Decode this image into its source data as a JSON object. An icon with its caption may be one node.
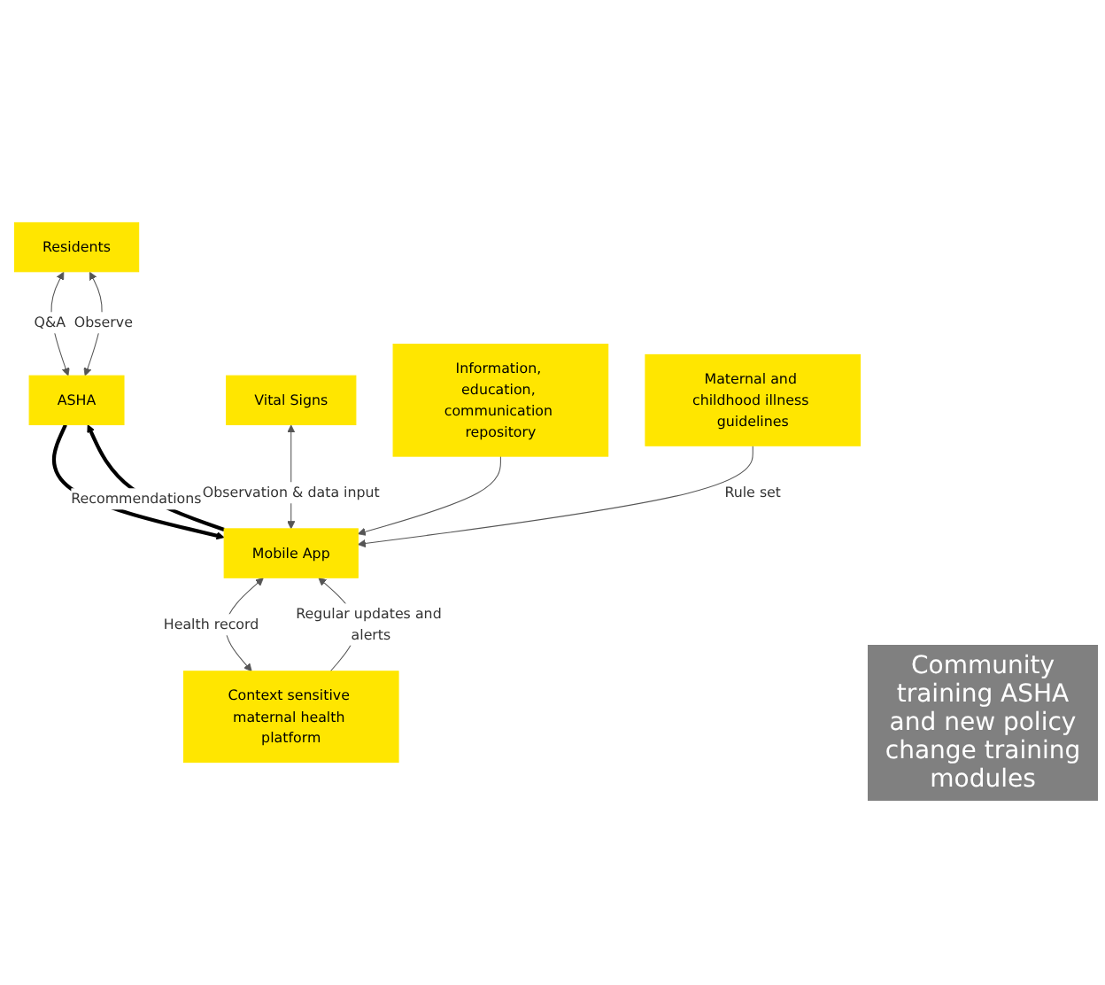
{
  "diagram": {
    "nodes": [
      {
        "text": [
          "Residents"
        ]
      },
      {
        "text": [
          "ASHA"
        ]
      },
      {
        "text": [
          "Context sensitive maternal health platform"
        ]
      },
      {
        "text": [
          "Vital Signs"
        ]
      },
      {
        "text": [
          "Mobile App"
        ]
      },
      {
        "text": [
          "Information, education, communication repository"
        ]
      },
      {
        "text": [
          "Maternal and childhood illness guidelines"
        ]
      }
    ],
    "edges": [
      {
        "from": 0,
        "to": 1,
        "arrow": "both",
        "label": "Q&A"
      },
      {
        "from": 0,
        "to": 1,
        "arrow": "both",
        "label": "Observe"
      },
      {
        "from": 1,
        "to": 4,
        "arrow": "to",
        "style": "thick"
      },
      {
        "from": 4,
        "to": 1,
        "arrow": "to",
        "style": "thick",
        "label": "Recommendations"
      },
      {
        "from": 3,
        "to": 4,
        "arrow": "both",
        "label": "Observation & data input"
      },
      {
        "from": 2,
        "to": 4,
        "arrow": "to",
        "label": "Regular updates and alerts"
      },
      {
        "from": 4,
        "to": 2,
        "arrow": "both",
        "label": "Health record"
      },
      {
        "from": 6,
        "to": 4,
        "arrow": "to",
        "label": "Rule set"
      },
      {
        "from": 5,
        "to": 4,
        "arrow": "to"
      }
    ],
    "labels": [
      "Community training ASHA and new policy change training modules"
    ]
  }
}
